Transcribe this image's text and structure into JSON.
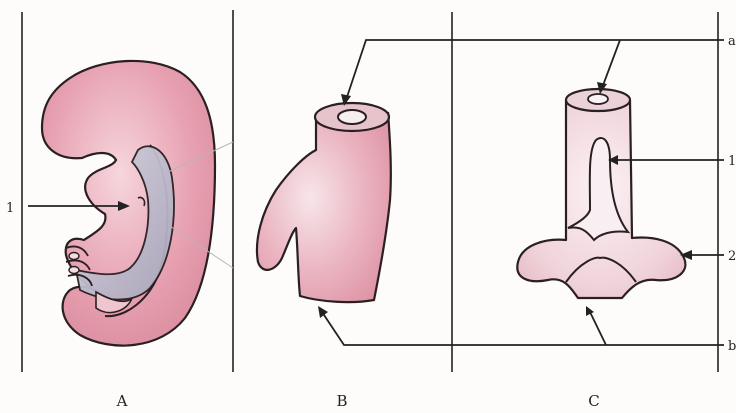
{
  "panels": [
    {
      "letter": "A"
    },
    {
      "letter": "B"
    },
    {
      "letter": "C"
    }
  ],
  "callouts": {
    "left": "1",
    "right_top": "a",
    "right_1": "1",
    "right_2": "2",
    "right_bottom": "b"
  },
  "colors": {
    "tissue_pink": "#e8a6b4",
    "tissue_light": "#f4dde2",
    "tube_grey": "#b9b7c8",
    "outline": "#2a1f22",
    "rule": "#222222"
  }
}
